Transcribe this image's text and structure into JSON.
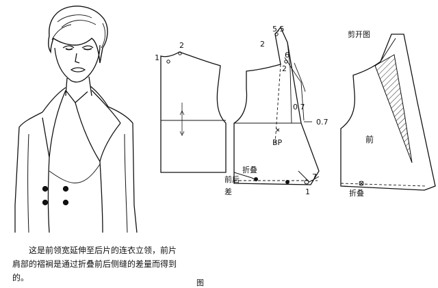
{
  "labels": {
    "marker_1": "1",
    "marker_2": "2",
    "marker_55": "5.5",
    "marker_2b": "2",
    "marker_6": "6",
    "marker_2c": "2",
    "marker_07a": "0.7",
    "marker_07b": "0.7",
    "bp": "BP",
    "fold": "折叠",
    "front_back_diff_1": "前后",
    "front_back_diff_2": "差",
    "marker_7": "7",
    "marker_1b": "1",
    "cut_diagram": "剪开图",
    "front": "前",
    "fold2": "折叠"
  },
  "caption": "这是前领宽延伸至后片的连衣立领，前片肩部的褶裥是通过折叠前后侧缝的差量而得到的。",
  "figure_label": "图"
}
